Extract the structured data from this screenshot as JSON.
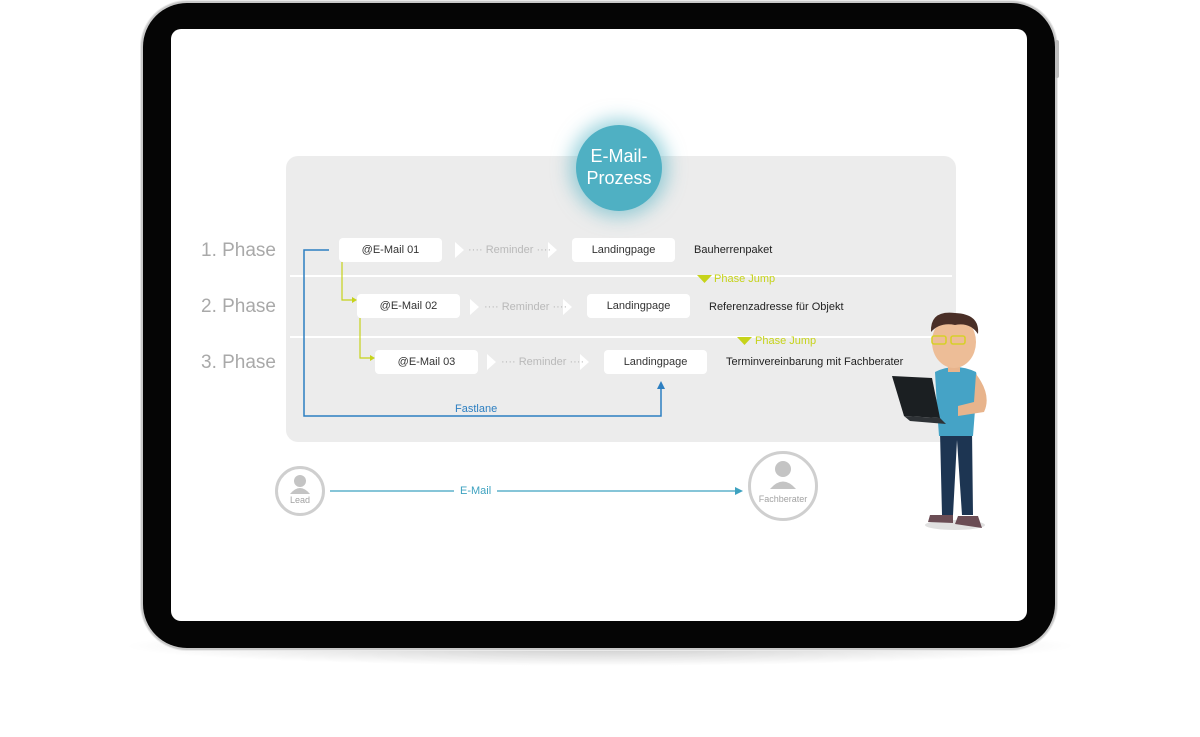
{
  "title_circle": {
    "line1": "E-Mail-",
    "line2": "Prozess"
  },
  "phases": [
    "1. Phase",
    "2. Phase",
    "3. Phase"
  ],
  "rows": [
    {
      "email": "@E-Mail 01",
      "reminder": "Reminder",
      "landing": "Landingpage",
      "result": "Bauherrenpaket"
    },
    {
      "email": "@E-Mail 02",
      "reminder": "Reminder",
      "landing": "Landingpage",
      "result": "Referenzadresse für Objekt"
    },
    {
      "email": "@E-Mail 03",
      "reminder": "Reminder",
      "landing": "Landingpage",
      "result": "Terminvereinbarung mit Fachberater"
    }
  ],
  "phase_jump": "Phase Jump",
  "fastlane": "Fastlane",
  "bottom_flow": {
    "from": "Lead",
    "label": "E-Mail",
    "to": "Fachberater"
  },
  "colors": {
    "accent": "#4fb0c3",
    "jump": "#c6d31a",
    "fastlane": "#2d7fc1",
    "email_line": "#3ea2c0"
  },
  "icons": {
    "person": "person-icon",
    "illustration": "man-with-laptop-illustration"
  }
}
